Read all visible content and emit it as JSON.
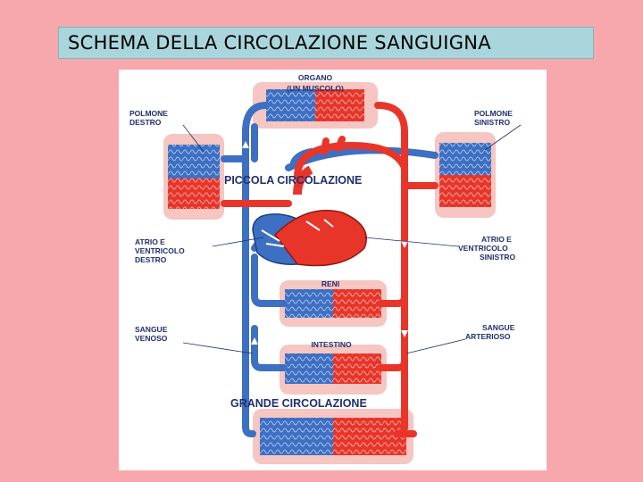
{
  "title": "SCHEMA DELLA CIRCOLAZIONE SANGUIGNA",
  "labels": {
    "organo_1": "ORGANO",
    "organo_2": "(UN MUSCOLO)",
    "polmone_destro_1": "POLMONE",
    "polmone_destro_2": "DESTRO",
    "polmone_sinistro_1": "POLMONE",
    "polmone_sinistro_2": "SINISTRO",
    "piccola": "PICCOLA CIRCOLAZIONE",
    "atrio_destro_1": "ATRIO E",
    "atrio_destro_2": "VENTRICOLO",
    "atrio_destro_3": "DESTRO",
    "atrio_sinistro_1": "ATRIO E",
    "atrio_sinistro_2": "VENTRICOLO",
    "atrio_sinistro_3": "SINISTRO",
    "reni": "RENI",
    "sangue_venoso_1": "SANGUE",
    "sangue_venoso_2": "VENOSO",
    "sangue_arterioso_1": "SANGUE",
    "sangue_arterioso_2": "ARTERIOSO",
    "intestino": "INTESTINO",
    "grande": "GRANDE CIRCOLAZIONE"
  },
  "colors": {
    "venous": "#3d6fc2",
    "arterial": "#e8352a",
    "organ_bg": "#f5c6c2",
    "label": "#1f2f6e"
  }
}
